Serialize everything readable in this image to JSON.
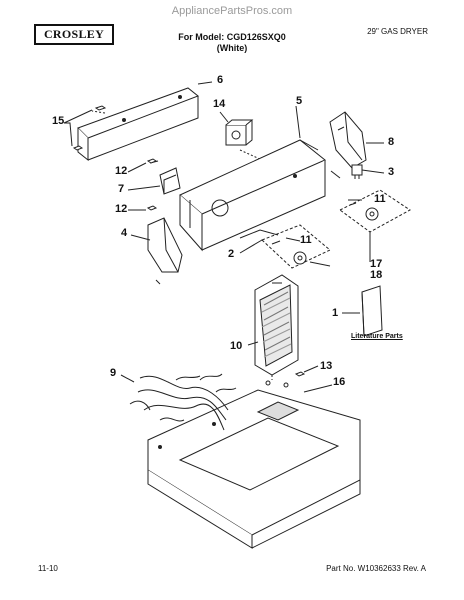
{
  "watermark": "AppliancePartsPros.com",
  "brand": {
    "logo_text": "CROSLEY"
  },
  "header": {
    "dryer_type": "29\" GAS DRYER",
    "model_line": "For Model: CGD126SXQ0",
    "color_line": "(White)"
  },
  "callouts": [
    "6",
    "15",
    "14",
    "5",
    "8",
    "3",
    "12",
    "7",
    "12",
    "4",
    "11",
    "2",
    "11",
    "17",
    "18",
    "1",
    "10",
    "13",
    "16",
    "9"
  ],
  "literature_label": "Literature Parts",
  "footer": {
    "page_number": "11-10",
    "part_number": "Part No. W10362633 Rev. A"
  }
}
